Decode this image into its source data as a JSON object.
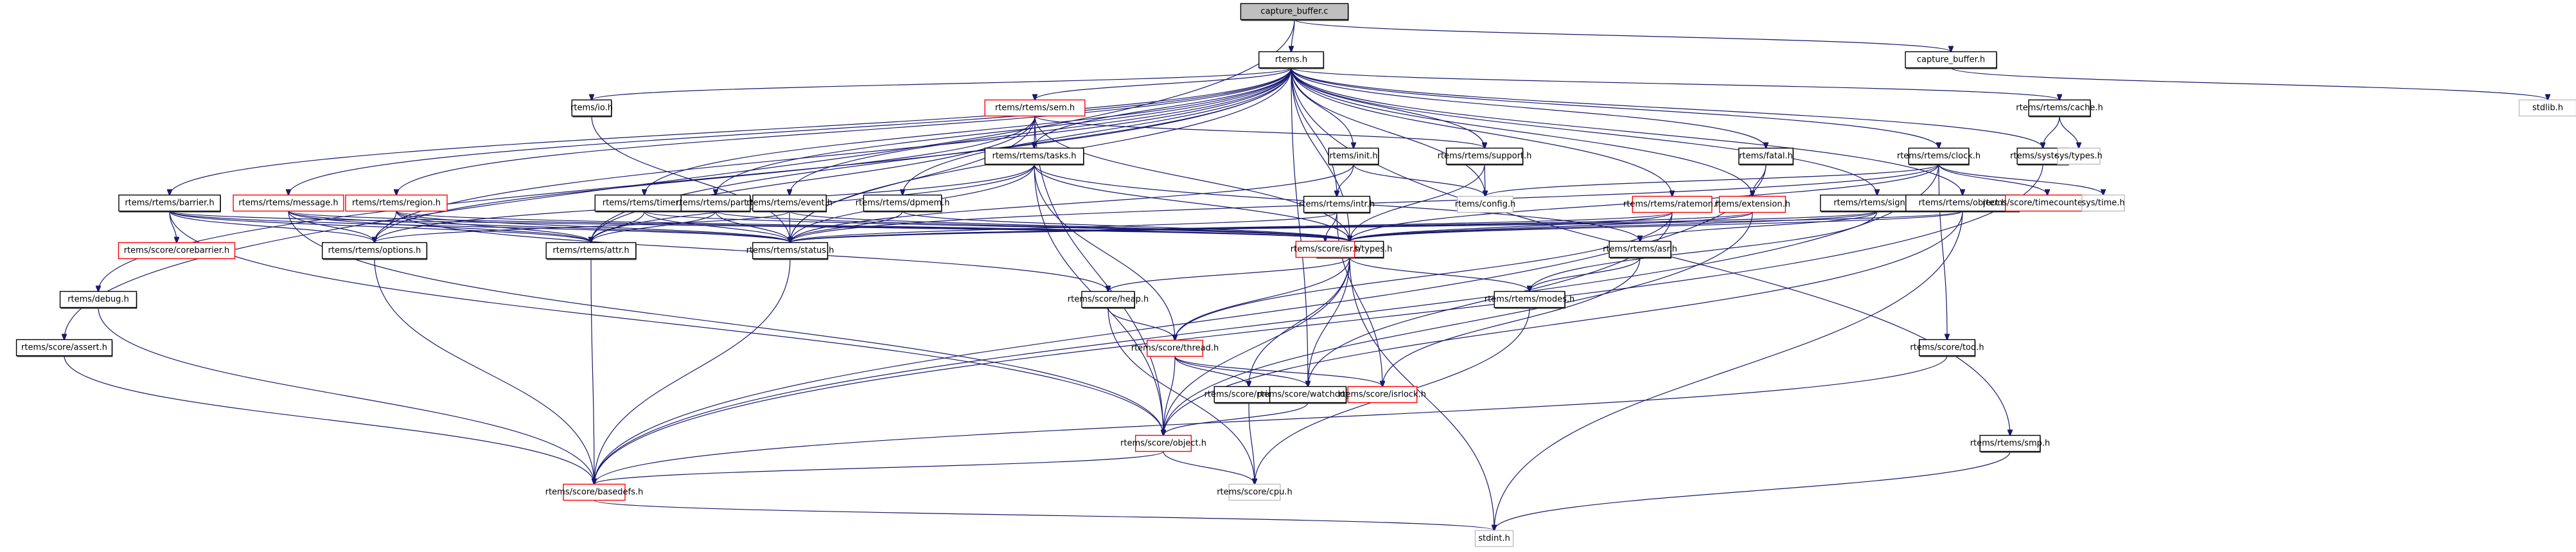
{
  "diagram": {
    "title": "capture_buffer.c include dependency graph",
    "colors": {
      "edge": "#191970",
      "root_fill": "#bfbfbf",
      "normal_border": "#000000",
      "truncated_border": "#ff0000",
      "external_border": "#bfbfbf"
    },
    "nodes": [
      {
        "id": "capture_buffer_c",
        "label": "capture_buffer.c",
        "kind": "root"
      },
      {
        "id": "rtems_h",
        "label": "rtems.h",
        "kind": "normal"
      },
      {
        "id": "capture_buffer_h",
        "label": "capture_buffer.h",
        "kind": "normal"
      },
      {
        "id": "stdlib_h",
        "label": "stdlib.h",
        "kind": "external"
      },
      {
        "id": "score_assert_h",
        "label": "rtems/score/assert.h",
        "kind": "normal"
      },
      {
        "id": "debug_h",
        "label": "rtems/debug.h",
        "kind": "normal"
      },
      {
        "id": "barrier_h",
        "label": "rtems/rtems/barrier.h",
        "kind": "normal"
      },
      {
        "id": "message_h",
        "label": "rtems/rtems/message.h",
        "kind": "truncated"
      },
      {
        "id": "region_h",
        "label": "rtems/rtems/region.h",
        "kind": "truncated"
      },
      {
        "id": "io_h",
        "label": "rtems/io.h",
        "kind": "normal"
      },
      {
        "id": "sem_h",
        "label": "rtems/rtems/sem.h",
        "kind": "truncated"
      },
      {
        "id": "tasks_h",
        "label": "rtems/rtems/tasks.h",
        "kind": "normal"
      },
      {
        "id": "timer_h",
        "label": "rtems/rtems/timer.h",
        "kind": "normal"
      },
      {
        "id": "part_h",
        "label": "rtems/rtems/part.h",
        "kind": "normal"
      },
      {
        "id": "event_h",
        "label": "rtems/rtems/event.h",
        "kind": "normal"
      },
      {
        "id": "dpmem_h",
        "label": "rtems/rtems/dpmem.h",
        "kind": "normal"
      },
      {
        "id": "init_h",
        "label": "rtems/init.h",
        "kind": "normal"
      },
      {
        "id": "support_h",
        "label": "rtems/rtems/support.h",
        "kind": "normal"
      },
      {
        "id": "fatal_h",
        "label": "rtems/fatal.h",
        "kind": "normal"
      },
      {
        "id": "cache_h",
        "label": "rtems/rtems/cache.h",
        "kind": "normal"
      },
      {
        "id": "clock_h",
        "label": "rtems/rtems/clock.h",
        "kind": "normal"
      },
      {
        "id": "system_h",
        "label": "rtems/system.h",
        "kind": "normal"
      },
      {
        "id": "sys_types_h",
        "label": "sys/types.h",
        "kind": "external"
      },
      {
        "id": "corebarrier_h",
        "label": "rtems/score/corebarrier.h",
        "kind": "truncated"
      },
      {
        "id": "options_h",
        "label": "rtems/rtems/options.h",
        "kind": "normal"
      },
      {
        "id": "attr_h",
        "label": "rtems/rtems/attr.h",
        "kind": "normal"
      },
      {
        "id": "status_h",
        "label": "rtems/rtems/status.h",
        "kind": "normal"
      },
      {
        "id": "intr_h",
        "label": "rtems/rtems/intr.h",
        "kind": "normal"
      },
      {
        "id": "config_h",
        "label": "rtems/config.h",
        "kind": "external"
      },
      {
        "id": "ratemon_h",
        "label": "rtems/rtems/ratemon.h",
        "kind": "truncated"
      },
      {
        "id": "extension_h",
        "label": "rtems/extension.h",
        "kind": "truncated"
      },
      {
        "id": "signal_h",
        "label": "rtems/rtems/signal.h",
        "kind": "normal"
      },
      {
        "id": "rtems_object_h",
        "label": "rtems/rtems/object.h",
        "kind": "normal"
      },
      {
        "id": "timecounterimpl_h",
        "label": "rtems/score/timecounterimpl.h",
        "kind": "truncated"
      },
      {
        "id": "sys_time_h",
        "label": "sys/time.h",
        "kind": "external"
      },
      {
        "id": "types_h",
        "label": "rtems/rtems/types.h",
        "kind": "normal"
      },
      {
        "id": "isr_h",
        "label": "rtems/score/isr.h",
        "kind": "truncated"
      },
      {
        "id": "asr_h",
        "label": "rtems/rtems/asr.h",
        "kind": "normal"
      },
      {
        "id": "heap_h",
        "label": "rtems/score/heap.h",
        "kind": "normal"
      },
      {
        "id": "modes_h",
        "label": "rtems/rtems/modes.h",
        "kind": "normal"
      },
      {
        "id": "thread_h",
        "label": "rtems/score/thread.h",
        "kind": "truncated"
      },
      {
        "id": "tod_h",
        "label": "rtems/score/tod.h",
        "kind": "normal"
      },
      {
        "id": "priority_h",
        "label": "rtems/score/priority.h",
        "kind": "normal"
      },
      {
        "id": "watchdog_h",
        "label": "rtems/score/watchdog.h",
        "kind": "normal"
      },
      {
        "id": "isrlock_h",
        "label": "rtems/score/isrlock.h",
        "kind": "truncated"
      },
      {
        "id": "smp_h",
        "label": "rtems/rtems/smp.h",
        "kind": "normal"
      },
      {
        "id": "score_object_h",
        "label": "rtems/score/object.h",
        "kind": "truncated"
      },
      {
        "id": "basedefs_h",
        "label": "rtems/score/basedefs.h",
        "kind": "truncated"
      },
      {
        "id": "cpu_h",
        "label": "rtems/score/cpu.h",
        "kind": "external"
      },
      {
        "id": "stdint_h",
        "label": "stdint.h",
        "kind": "external"
      }
    ],
    "edges": [
      [
        "capture_buffer_c",
        "rtems_h"
      ],
      [
        "capture_buffer_c",
        "capture_buffer_h"
      ],
      [
        "capture_buffer_c",
        "score_assert_h"
      ],
      [
        "capture_buffer_h",
        "stdlib_h"
      ],
      [
        "rtems_h",
        "debug_h"
      ],
      [
        "rtems_h",
        "barrier_h"
      ],
      [
        "rtems_h",
        "message_h"
      ],
      [
        "rtems_h",
        "region_h"
      ],
      [
        "rtems_h",
        "io_h"
      ],
      [
        "rtems_h",
        "sem_h"
      ],
      [
        "rtems_h",
        "tasks_h"
      ],
      [
        "rtems_h",
        "timer_h"
      ],
      [
        "rtems_h",
        "part_h"
      ],
      [
        "rtems_h",
        "event_h"
      ],
      [
        "rtems_h",
        "dpmem_h"
      ],
      [
        "rtems_h",
        "init_h"
      ],
      [
        "rtems_h",
        "support_h"
      ],
      [
        "rtems_h",
        "fatal_h"
      ],
      [
        "rtems_h",
        "cache_h"
      ],
      [
        "rtems_h",
        "clock_h"
      ],
      [
        "rtems_h",
        "system_h"
      ],
      [
        "rtems_h",
        "options_h"
      ],
      [
        "rtems_h",
        "attr_h"
      ],
      [
        "rtems_h",
        "status_h"
      ],
      [
        "rtems_h",
        "types_h"
      ],
      [
        "rtems_h",
        "intr_h"
      ],
      [
        "rtems_h",
        "config_h"
      ],
      [
        "rtems_h",
        "ratemon_h"
      ],
      [
        "rtems_h",
        "extension_h"
      ],
      [
        "rtems_h",
        "signal_h"
      ],
      [
        "rtems_h",
        "rtems_object_h"
      ],
      [
        "rtems_h",
        "smp_h"
      ],
      [
        "rtems_h",
        "watchdog_h"
      ],
      [
        "cache_h",
        "system_h"
      ],
      [
        "cache_h",
        "sys_types_h"
      ],
      [
        "barrier_h",
        "corebarrier_h"
      ],
      [
        "barrier_h",
        "options_h"
      ],
      [
        "barrier_h",
        "attr_h"
      ],
      [
        "barrier_h",
        "status_h"
      ],
      [
        "barrier_h",
        "types_h"
      ],
      [
        "barrier_h",
        "score_object_h"
      ],
      [
        "message_h",
        "options_h"
      ],
      [
        "message_h",
        "attr_h"
      ],
      [
        "message_h",
        "status_h"
      ],
      [
        "message_h",
        "types_h"
      ],
      [
        "message_h",
        "score_object_h"
      ],
      [
        "region_h",
        "options_h"
      ],
      [
        "region_h",
        "attr_h"
      ],
      [
        "region_h",
        "status_h"
      ],
      [
        "region_h",
        "types_h"
      ],
      [
        "region_h",
        "heap_h"
      ],
      [
        "io_h",
        "status_h"
      ],
      [
        "sem_h",
        "tasks_h"
      ],
      [
        "sem_h",
        "options_h"
      ],
      [
        "sem_h",
        "attr_h"
      ],
      [
        "sem_h",
        "status_h"
      ],
      [
        "sem_h",
        "types_h"
      ],
      [
        "sem_h",
        "support_h"
      ],
      [
        "sem_h",
        "score_object_h"
      ],
      [
        "tasks_h",
        "attr_h"
      ],
      [
        "tasks_h",
        "status_h"
      ],
      [
        "tasks_h",
        "types_h"
      ],
      [
        "tasks_h",
        "asr_h"
      ],
      [
        "tasks_h",
        "thread_h"
      ],
      [
        "tasks_h",
        "score_object_h"
      ],
      [
        "tasks_h",
        "options_h"
      ],
      [
        "timer_h",
        "attr_h"
      ],
      [
        "timer_h",
        "status_h"
      ],
      [
        "timer_h",
        "types_h"
      ],
      [
        "part_h",
        "attr_h"
      ],
      [
        "part_h",
        "status_h"
      ],
      [
        "part_h",
        "types_h"
      ],
      [
        "event_h",
        "options_h"
      ],
      [
        "event_h",
        "status_h"
      ],
      [
        "event_h",
        "types_h"
      ],
      [
        "dpmem_h",
        "status_h"
      ],
      [
        "dpmem_h",
        "types_h"
      ],
      [
        "init_h",
        "intr_h"
      ],
      [
        "init_h",
        "config_h"
      ],
      [
        "init_h",
        "status_h"
      ],
      [
        "support_h",
        "config_h"
      ],
      [
        "support_h",
        "types_h"
      ],
      [
        "fatal_h",
        "extension_h"
      ],
      [
        "fatal_h",
        "basedefs_h"
      ],
      [
        "intr_h",
        "status_h"
      ],
      [
        "intr_h",
        "isr_h"
      ],
      [
        "intr_h",
        "isrlock_h"
      ],
      [
        "ratemon_h",
        "status_h"
      ],
      [
        "ratemon_h",
        "types_h"
      ],
      [
        "ratemon_h",
        "thread_h"
      ],
      [
        "ratemon_h",
        "watchdog_h"
      ],
      [
        "extension_h",
        "status_h"
      ],
      [
        "extension_h",
        "types_h"
      ],
      [
        "extension_h",
        "score_object_h"
      ],
      [
        "signal_h",
        "asr_h"
      ],
      [
        "signal_h",
        "modes_h"
      ],
      [
        "signal_h",
        "status_h"
      ],
      [
        "signal_h",
        "types_h"
      ],
      [
        "rtems_object_h",
        "status_h"
      ],
      [
        "rtems_object_h",
        "types_h"
      ],
      [
        "rtems_object_h",
        "score_object_h"
      ],
      [
        "rtems_object_h",
        "stdint_h"
      ],
      [
        "clock_h",
        "config_h"
      ],
      [
        "clock_h",
        "status_h"
      ],
      [
        "clock_h",
        "types_h"
      ],
      [
        "clock_h",
        "timecounterimpl_h"
      ],
      [
        "clock_h",
        "sys_time_h"
      ],
      [
        "clock_h",
        "tod_h"
      ],
      [
        "clock_h",
        "basedefs_h"
      ],
      [
        "system_h",
        "basedefs_h"
      ],
      [
        "status_h",
        "basedefs_h"
      ],
      [
        "options_h",
        "basedefs_h"
      ],
      [
        "attr_h",
        "basedefs_h"
      ],
      [
        "types_h",
        "heap_h"
      ],
      [
        "types_h",
        "modes_h"
      ],
      [
        "types_h",
        "score_object_h"
      ],
      [
        "types_h",
        "priority_h"
      ],
      [
        "types_h",
        "watchdog_h"
      ],
      [
        "types_h",
        "thread_h"
      ],
      [
        "types_h",
        "stdint_h"
      ],
      [
        "asr_h",
        "modes_h"
      ],
      [
        "asr_h",
        "isrlock_h"
      ],
      [
        "heap_h",
        "thread_h"
      ],
      [
        "heap_h",
        "cpu_h"
      ],
      [
        "modes_h",
        "cpu_h"
      ],
      [
        "thread_h",
        "priority_h"
      ],
      [
        "thread_h",
        "watchdog_h"
      ],
      [
        "thread_h",
        "isrlock_h"
      ],
      [
        "thread_h",
        "score_object_h"
      ],
      [
        "watchdog_h",
        "score_object_h"
      ],
      [
        "priority_h",
        "cpu_h"
      ],
      [
        "tod_h",
        "basedefs_h"
      ],
      [
        "smp_h",
        "stdint_h"
      ],
      [
        "debug_h",
        "basedefs_h"
      ],
      [
        "score_assert_h",
        "basedefs_h"
      ],
      [
        "score_object_h",
        "basedefs_h"
      ],
      [
        "score_object_h",
        "cpu_h"
      ],
      [
        "basedefs_h",
        "stdint_h"
      ]
    ]
  }
}
